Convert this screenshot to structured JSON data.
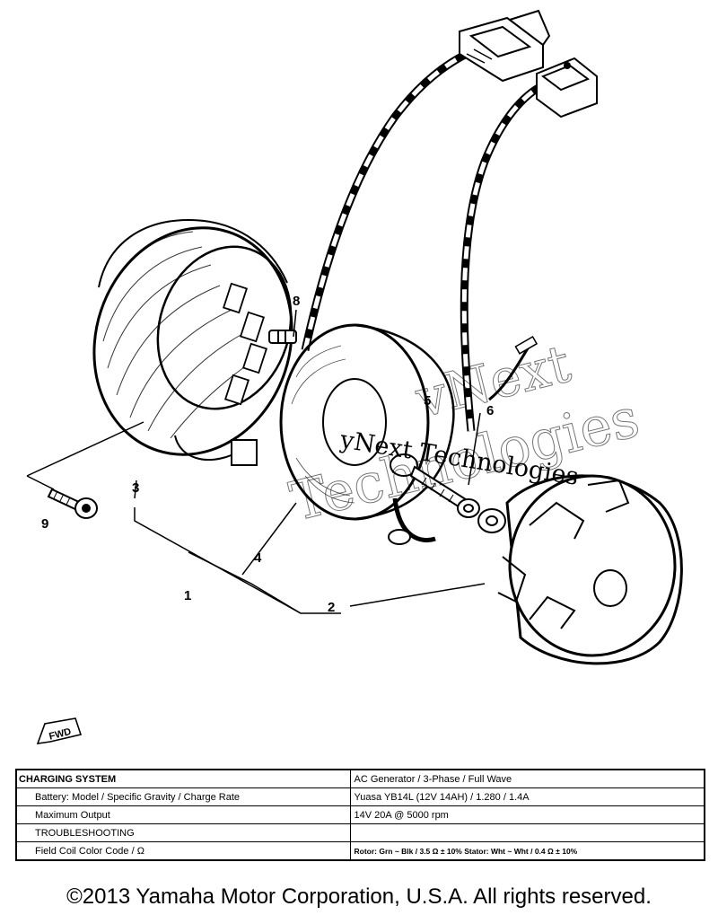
{
  "callouts": {
    "c1": "1",
    "c2": "2",
    "c3": "3",
    "c4": "4",
    "c5": "5",
    "c6": "6",
    "c8": "8",
    "c9": "9"
  },
  "watermark": {
    "line1": "yNext Technologies",
    "outline1": "vNext",
    "outline2": "Technologies"
  },
  "fwd_label": "FWD",
  "table": {
    "rows": [
      {
        "label": "CHARGING SYSTEM",
        "value": "AC Generator / 3-Phase / Full Wave"
      },
      {
        "label": "Battery: Model / Specific Gravity / Charge Rate",
        "value": "Yuasa YB14L (12V 14AH) / 1.280 / 1.4A"
      },
      {
        "label": "Maximum Output",
        "value": "14V 20A @ 5000 rpm"
      },
      {
        "label": "TROUBLESHOOTING",
        "value": ""
      },
      {
        "label": "Field Coil Color Code / Ω",
        "value": "Rotor: Grn ~ Blk / 3.5 Ω ± 10%  Stator: Wht ~ Wht / 0.4 Ω ± 10%"
      }
    ]
  },
  "copyright": "©2013 Yamaha Motor Corporation, U.S.A. All rights reserved."
}
